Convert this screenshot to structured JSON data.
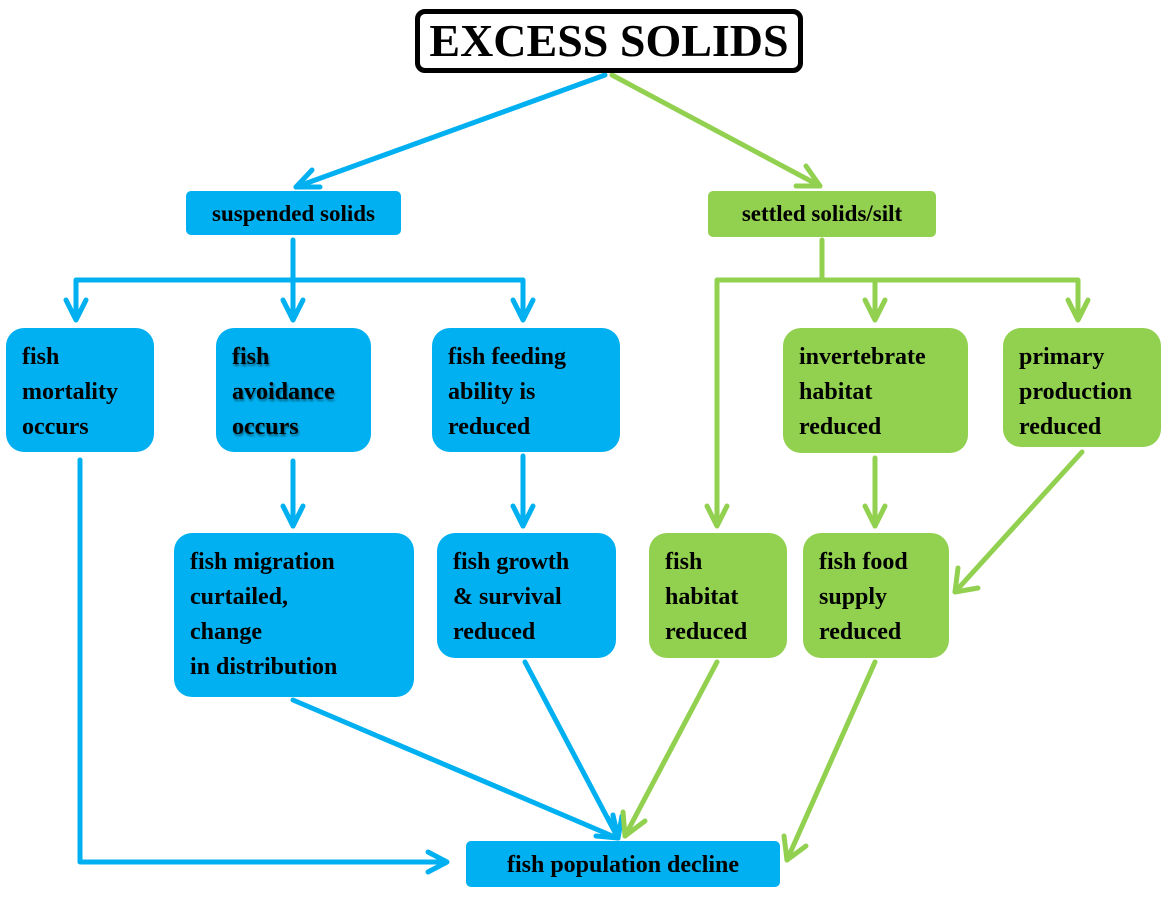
{
  "colors": {
    "blue": "#00b0f0",
    "green": "#92d050",
    "title_border": "#000000"
  },
  "title": "EXCESS SOLIDS",
  "branches": {
    "suspended": {
      "label": "suspended solids",
      "color": "blue",
      "effects": [
        "fish\nmortality\noccurs",
        "fish\navoidance\noccurs",
        "fish feeding\nability is\nreduced"
      ],
      "consequences": [
        "fish migration\ncurtailed,\nchange\nin distribution",
        "fish growth\n& survival\nreduced"
      ]
    },
    "settled": {
      "label": "settled solids/silt",
      "color": "green",
      "effects": [
        "invertebrate\nhabitat\nreduced",
        "primary\nproduction\nreduced"
      ],
      "consequences": [
        "fish\nhabitat\nreduced",
        "fish food\nsupply\nreduced"
      ]
    }
  },
  "outcome": "fish population decline",
  "connections": [
    {
      "from": "EXCESS SOLIDS",
      "to": "suspended solids",
      "color": "blue"
    },
    {
      "from": "EXCESS SOLIDS",
      "to": "settled solids/silt",
      "color": "green"
    },
    {
      "from": "suspended solids",
      "to": "fish mortality occurs",
      "color": "blue"
    },
    {
      "from": "suspended solids",
      "to": "fish avoidance occurs",
      "color": "blue"
    },
    {
      "from": "suspended solids",
      "to": "fish feeding ability is reduced",
      "color": "blue"
    },
    {
      "from": "fish avoidance occurs",
      "to": "fish migration curtailed, change in distribution",
      "color": "blue"
    },
    {
      "from": "fish feeding ability is reduced",
      "to": "fish growth & survival reduced",
      "color": "blue"
    },
    {
      "from": "settled solids/silt",
      "to": "fish habitat reduced",
      "color": "green"
    },
    {
      "from": "settled solids/silt",
      "to": "invertebrate habitat reduced",
      "color": "green"
    },
    {
      "from": "settled solids/silt",
      "to": "primary production reduced",
      "color": "green"
    },
    {
      "from": "invertebrate habitat reduced",
      "to": "fish food supply reduced",
      "color": "green"
    },
    {
      "from": "primary production reduced",
      "to": "fish food supply reduced",
      "color": "green"
    },
    {
      "from": "fish mortality occurs",
      "to": "fish population decline",
      "color": "blue"
    },
    {
      "from": "fish migration curtailed, change in distribution",
      "to": "fish population decline",
      "color": "blue"
    },
    {
      "from": "fish growth & survival reduced",
      "to": "fish population decline",
      "color": "blue"
    },
    {
      "from": "fish habitat reduced",
      "to": "fish population decline",
      "color": "green"
    },
    {
      "from": "fish food supply reduced",
      "to": "fish population decline",
      "color": "green"
    }
  ]
}
